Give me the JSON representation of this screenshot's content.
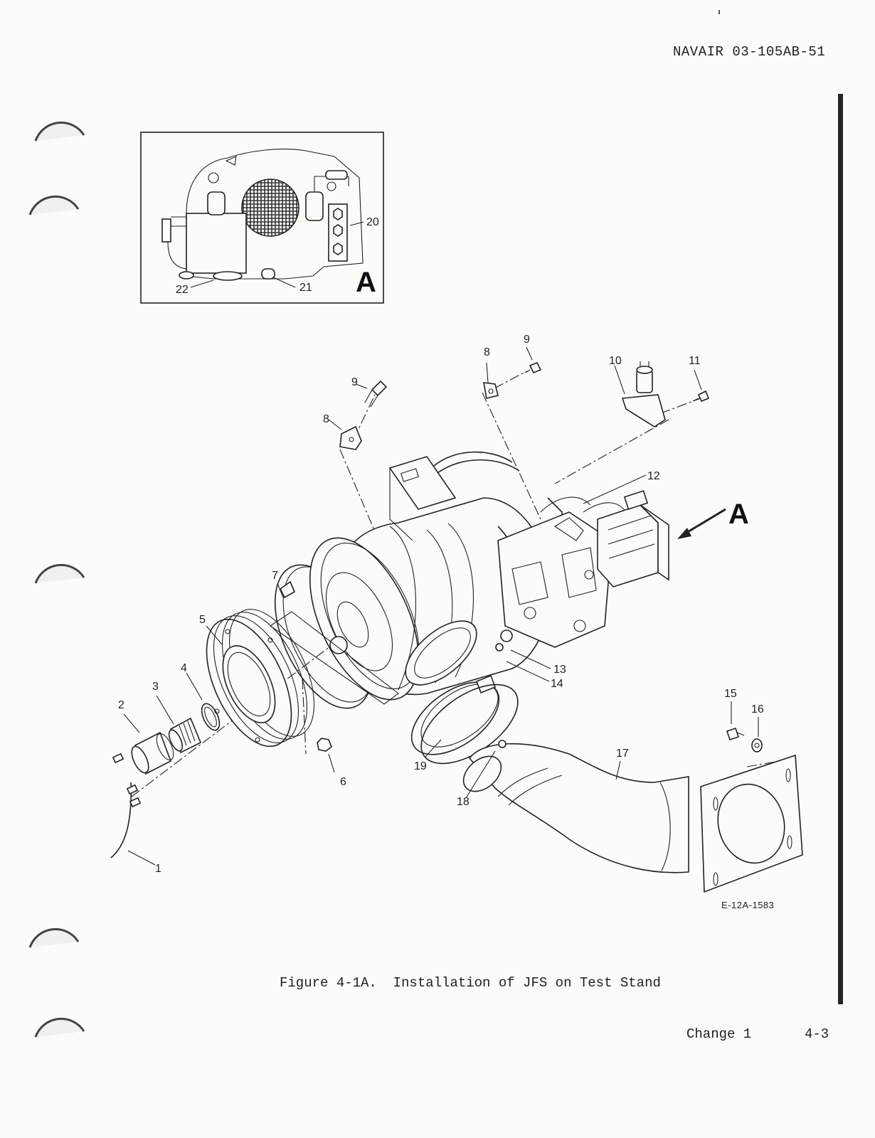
{
  "header": {
    "doc_number": "NAVAIR 03-105AB-51"
  },
  "inset_view": {
    "view_letter": "A",
    "callouts": [
      "20",
      "21",
      "22"
    ]
  },
  "main_view": {
    "view_letter": "A",
    "callouts": [
      "1",
      "2",
      "3",
      "4",
      "5",
      "6",
      "7",
      "8",
      "8",
      "9",
      "9",
      "10",
      "11",
      "12",
      "13",
      "14",
      "15",
      "16",
      "17",
      "18",
      "19"
    ]
  },
  "figure_code": "E-12A-1583",
  "caption": "Figure 4-1A.  Installation of JFS on Test Stand",
  "footer": {
    "change": "Change 1",
    "page": "4-3"
  }
}
